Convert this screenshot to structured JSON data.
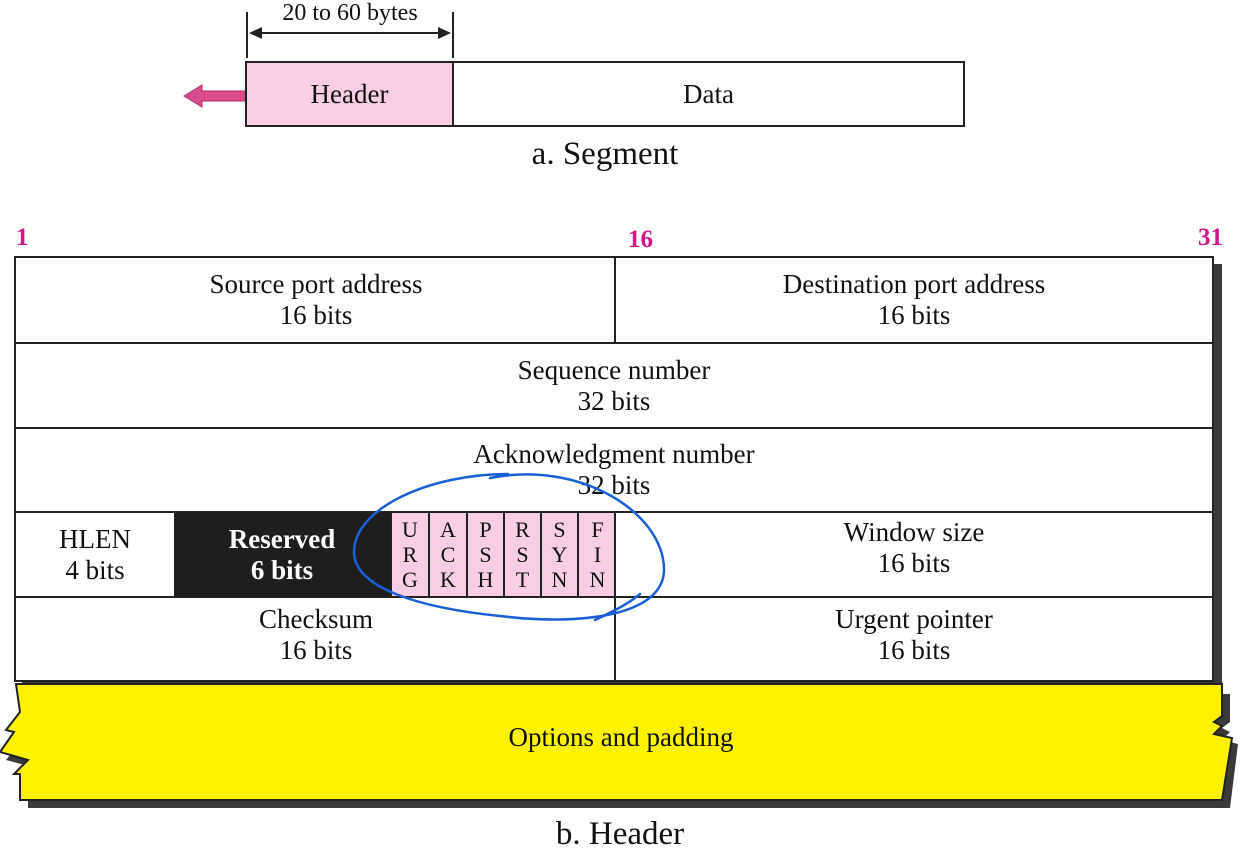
{
  "segment": {
    "size_label": "20 to 60 bytes",
    "header_label": "Header",
    "data_label": "Data",
    "caption": "a. Segment"
  },
  "header": {
    "bit_numbers": {
      "start": "1",
      "mid": "16",
      "end": "31"
    },
    "source_port": {
      "label": "Source port address",
      "size": "16 bits"
    },
    "destination_port": {
      "label": "Destination port address",
      "size": "16 bits"
    },
    "sequence_number": {
      "label": "Sequence number",
      "size": "32 bits"
    },
    "ack_number": {
      "label": "Acknowledgment number",
      "size": "32 bits"
    },
    "hlen": {
      "label": "HLEN",
      "size": "4 bits"
    },
    "reserved": {
      "label": "Reserved",
      "size": "6 bits"
    },
    "flags": [
      [
        "U",
        "R",
        "G"
      ],
      [
        "A",
        "C",
        "K"
      ],
      [
        "P",
        "S",
        "H"
      ],
      [
        "R",
        "S",
        "T"
      ],
      [
        "S",
        "Y",
        "N"
      ],
      [
        "F",
        "I",
        "N"
      ]
    ],
    "window_size": {
      "label": "Window size",
      "size": "16 bits"
    },
    "checksum": {
      "label": "Checksum",
      "size": "16 bits"
    },
    "urgent_pointer": {
      "label": "Urgent pointer",
      "size": "16 bits"
    },
    "options": "Options and padding",
    "caption": "b. Header"
  },
  "colors": {
    "header_fill": "#f9cde3",
    "arrow": "#d94c8c",
    "bit_numbers": "#d4148a",
    "options_fill": "#fff200",
    "reserved_fill": "#1e1e1e",
    "annotation": "#1a5fd6"
  }
}
